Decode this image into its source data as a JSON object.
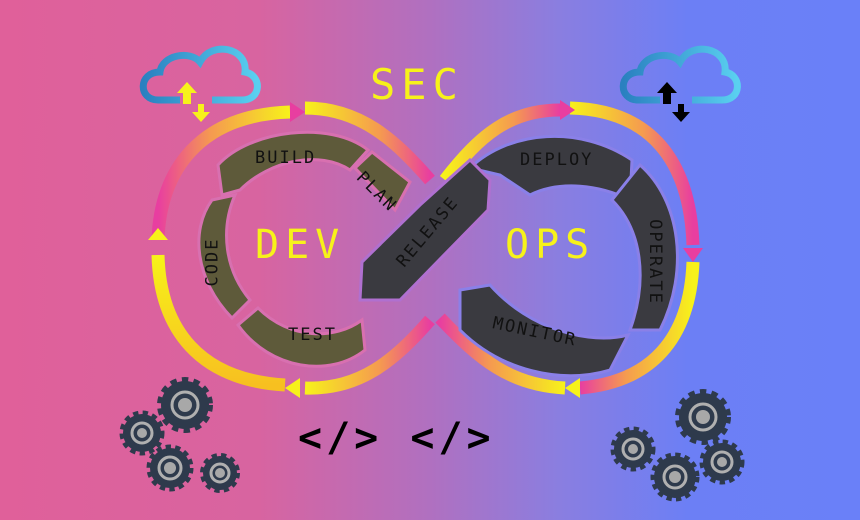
{
  "title": "SEC",
  "left_loop": {
    "center": "DEV",
    "stages": [
      "BUILD",
      "PLAN",
      "CODE",
      "TEST"
    ]
  },
  "right_loop": {
    "center": "OPS",
    "stages": [
      "DEPLOY",
      "OPERATE",
      "MONITOR"
    ]
  },
  "crossing_label": "RELEASE",
  "code_symbols": "</> </>",
  "icons": {
    "left_cloud": "cloud-upload-download-icon",
    "right_cloud": "cloud-upload-download-icon",
    "left_gears": "gears-icon",
    "right_gears": "gears-icon"
  },
  "colors": {
    "background_left": "#e0609a",
    "background_right": "#6a80f8",
    "accent_yellow": "#f7f21a",
    "dev_segment": "#5e5a3a",
    "ops_segment": "#3a3a40",
    "gear": "#2e3a4c",
    "gear_ring": "#b0b0b0",
    "cloud": "#3aa0d8"
  }
}
